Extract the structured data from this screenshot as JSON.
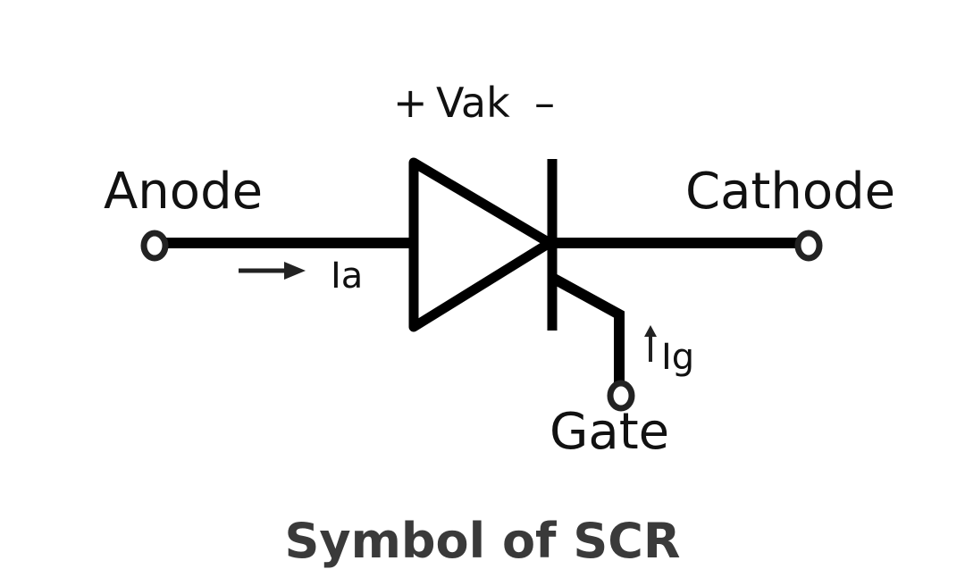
{
  "labels": {
    "voltage_plus": "+",
    "voltage_name": "Vak",
    "voltage_minus": "–",
    "anode": "Anode",
    "cathode": "Cathode",
    "gate": "Gate",
    "anode_current": "Ia",
    "gate_current": "Ig"
  },
  "caption": "Symbol of SCR",
  "colors": {
    "stroke": "#000000",
    "caption": "#3a3a3a",
    "background": "#ffffff"
  }
}
